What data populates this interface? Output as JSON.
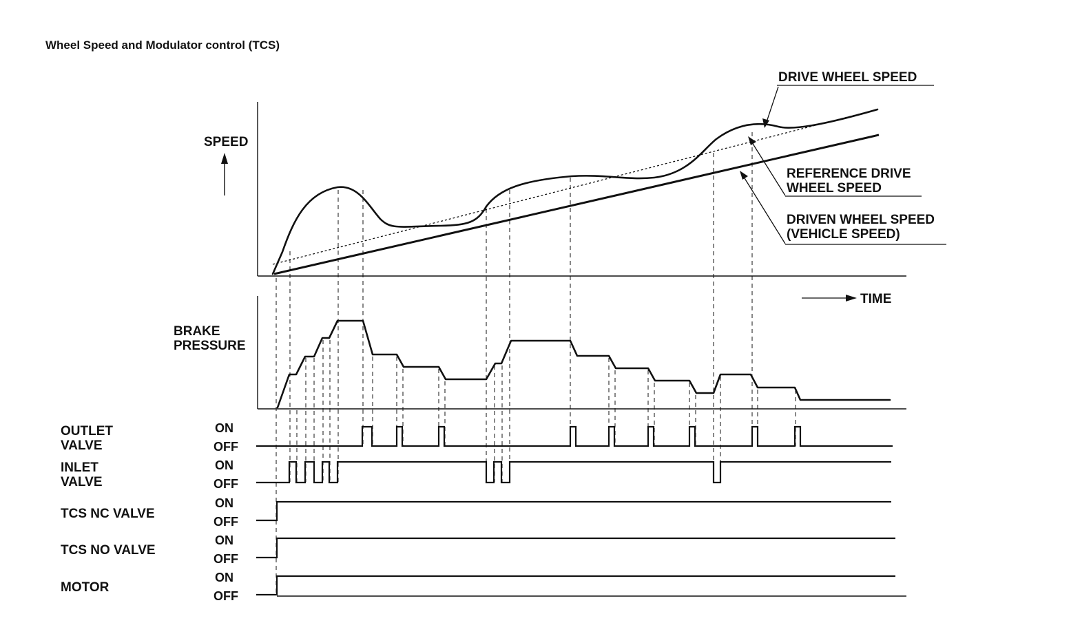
{
  "title": "Wheel Speed and Modulator control (TCS)",
  "speed_chart": {
    "axis_label": "SPEED",
    "time_label": "TIME",
    "annotations": {
      "drive_wheel_speed": "DRIVE WHEEL SPEED",
      "reference_line1": "REFERENCE DRIVE",
      "reference_line2": "WHEEL SPEED",
      "driven_line1": "DRIVEN WHEEL SPEED",
      "driven_line2": "(VEHICLE SPEED)"
    }
  },
  "brake_chart": {
    "label_line1": "BRAKE",
    "label_line2": "PRESSURE"
  },
  "signals": [
    {
      "label_lines": [
        "OUTLET",
        "VALVE"
      ],
      "on": "ON",
      "off": "OFF"
    },
    {
      "label_lines": [
        "INLET",
        "VALVE"
      ],
      "on": "ON",
      "off": "OFF"
    },
    {
      "label_lines": [
        "TCS NC VALVE"
      ],
      "on": "ON",
      "off": "OFF"
    },
    {
      "label_lines": [
        "TCS NO VALVE"
      ],
      "on": "ON",
      "off": "OFF"
    },
    {
      "label_lines": [
        "MOTOR"
      ],
      "on": "ON",
      "off": "OFF"
    }
  ]
}
